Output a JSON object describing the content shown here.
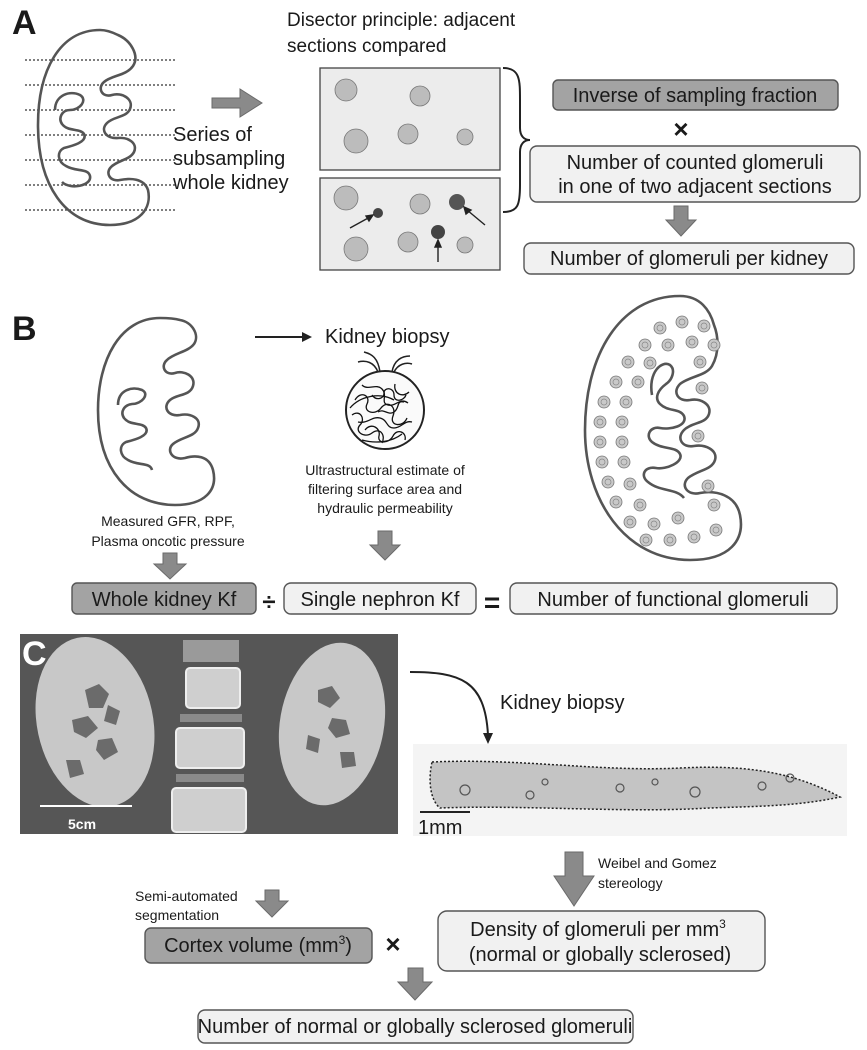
{
  "panel_a": {
    "label": "A",
    "disector_title_1": "Disector principle: adjacent",
    "disector_title_2": "sections compared",
    "series_1": "Series of",
    "series_2": "subsampling",
    "series_3": "whole kidney",
    "inverse_sampling": "Inverse of sampling fraction",
    "times": "×",
    "counted_1": "Number of counted glomeruli",
    "counted_2": "in one of two adjacent sections",
    "result": "Number of glomeruli per kidney"
  },
  "panel_b": {
    "label": "B",
    "kidney_biopsy": "Kidney biopsy",
    "ultra_1": "Ultrastructural estimate of",
    "ultra_2": "filtering surface area and",
    "ultra_3": "hydraulic permeability",
    "measured_1": "Measured GFR, RPF,",
    "measured_2": "Plasma oncotic pressure",
    "whole_kf": "Whole kidney Kf",
    "divide": "÷",
    "single_kf": "Single nephron Kf",
    "equals": "=",
    "functional": "Number of functional glomeruli"
  },
  "panel_c": {
    "label": "C",
    "scale_ct": "5cm",
    "kidney_biopsy": "Kidney biopsy",
    "scale_biopsy": "1mm",
    "weibel_1": "Weibel and Gomez",
    "weibel_2": "stereology",
    "semi_1": "Semi-automated",
    "semi_2": "segmentation",
    "cortex_volume": "Cortex volume (mm",
    "cortex_sup": "3",
    "cortex_close": ")",
    "times": "×",
    "density_1": "Density of glomeruli per mm",
    "density_sup": "3",
    "density_2": "(normal or globally sclerosed)",
    "final": "Number of normal or globally sclerosed glomeruli"
  },
  "colors": {
    "dark_box": "#a3a3a3",
    "light_box": "#f1f1f1",
    "arrow_gray": "#8a8a8a",
    "outline": "#555555"
  }
}
